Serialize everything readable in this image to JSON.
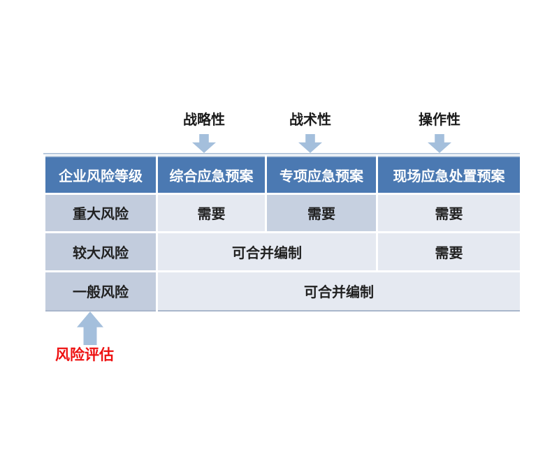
{
  "plan_types": [
    {
      "label": "战略性"
    },
    {
      "label": "战术性"
    },
    {
      "label": "操作性"
    }
  ],
  "table": {
    "headers": [
      "企业风险等级",
      "综合应急预案",
      "专项应急预案",
      "现场应急处置预案"
    ],
    "rows": [
      {
        "level": "重大风险",
        "cells": [
          "需要",
          "需要",
          "需要"
        ]
      },
      {
        "level": "较大风险",
        "cells": [
          "可合并编制",
          "需要"
        ]
      },
      {
        "level": "一般风险",
        "cells": [
          "可合并编制"
        ]
      }
    ]
  },
  "annotation": {
    "label": "风险评估"
  },
  "colors": {
    "header_bg": "#4b79b2",
    "header_text": "#ffffff",
    "level_cell_bg": "#c2ccdd",
    "highlight_cell_bg": "#c6d0e0",
    "light_cell_bg": "#e5e9f1",
    "arrow_fill": "#a4bfdc",
    "divider_line": "#b6c8dc",
    "table_bottom_border": "#a9b6cb",
    "annotation_red": "#ee1111",
    "body_text": "#212121"
  }
}
